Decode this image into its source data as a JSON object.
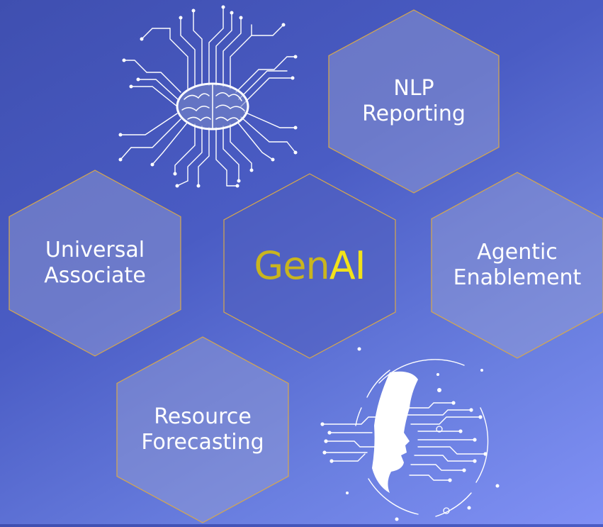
{
  "hexagons": {
    "nlp": {
      "line1": "NLP",
      "line2": "Reporting"
    },
    "universal": {
      "line1": "Universal",
      "line2": "Associate"
    },
    "center": {
      "part1": "Gen",
      "part2": "AI"
    },
    "agentic": {
      "line1": "Agentic",
      "line2": "Enablement"
    },
    "resource": {
      "line1": "Resource",
      "line2": "Forecasting"
    }
  },
  "colors": {
    "hex_fill": "rgba(150,160,210,0.45)",
    "hex_border": "#d8a84a",
    "gen_color": "#c9b51f",
    "ai_color": "#f2e21a",
    "text_color": "#ffffff"
  },
  "icons": {
    "top_left": "circuit-brain-icon",
    "bottom_right": "ai-head-circuit-icon"
  }
}
